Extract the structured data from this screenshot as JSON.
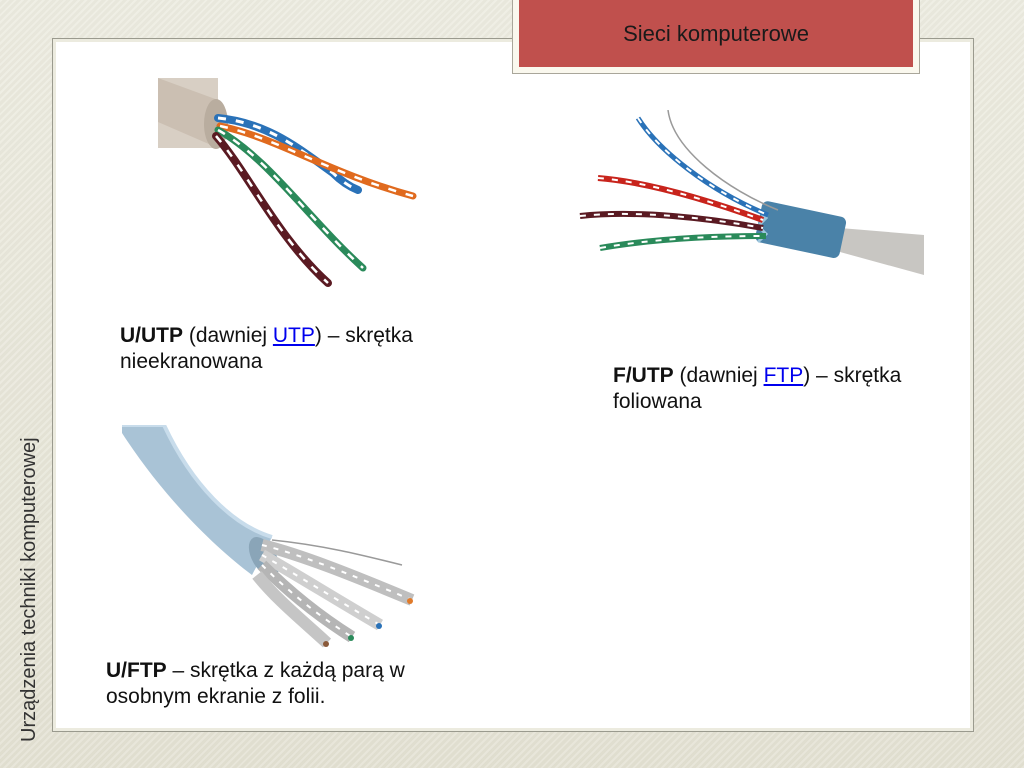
{
  "title": "Sieci komputerowe",
  "side_label": "Urządzenia techniki komputerowej",
  "captions": {
    "utp": {
      "bold": "U/UTP",
      "pre": " (dawniej ",
      "link": "UTP",
      "post": ") – skrętka nieekranowana"
    },
    "futp": {
      "bold": "F/UTP",
      "pre": " (dawniej ",
      "link": "FTP",
      "post": ") – skrętka foliowana"
    },
    "uftp": {
      "bold": "U/FTP",
      "post": " – skrętka z każdą parą w osobnym ekranie z folii."
    }
  },
  "colors": {
    "title_tab": "#c0504d",
    "link": "#0000ee",
    "cable_beige": "#d8cfc4",
    "cable_grey": "#c8c6c2",
    "cable_lightblue": "#a9c3d6"
  },
  "images": {
    "utp": "utp-cable-photo",
    "futp": "futp-cable-photo",
    "uftp": "uftp-cable-photo"
  }
}
